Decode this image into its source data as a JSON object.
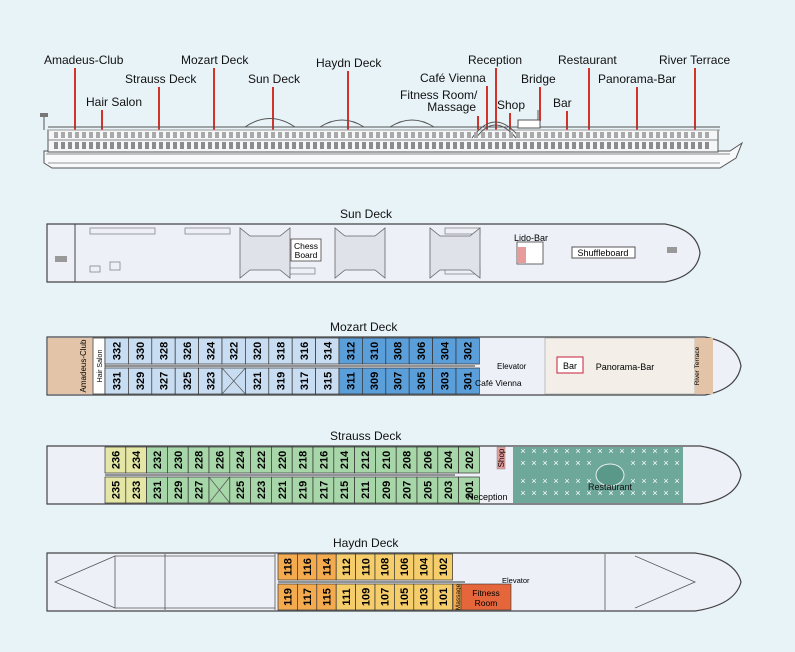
{
  "profile_labels": {
    "amadeus_club": "Amadeus-Club",
    "hair_salon": "Hair Salon",
    "strauss_deck": "Strauss Deck",
    "mozart_deck": "Mozart Deck",
    "sun_deck": "Sun Deck",
    "haydn_deck": "Haydn Deck",
    "fitness_line1": "Fitness Room/",
    "fitness_line2": "Massage",
    "cafe_vienna": "Café Vienna",
    "reception": "Reception",
    "shop": "Shop",
    "bridge": "Bridge",
    "bar": "Bar",
    "restaurant": "Restaurant",
    "panorama_bar": "Panorama-Bar",
    "river_terrace": "River Terrace"
  },
  "decks": {
    "sun": {
      "title": "Sun Deck",
      "chess_line1": "Chess",
      "chess_line2": "Board",
      "lido_bar": "Lido-Bar",
      "shuffleboard": "Shuffleboard"
    },
    "mozart": {
      "title": "Mozart Deck",
      "top_cabins": [
        "332",
        "330",
        "328",
        "326",
        "324",
        "322",
        "320",
        "318",
        "316",
        "314",
        "312",
        "310",
        "308",
        "306",
        "304",
        "302"
      ],
      "bottom_cabins": [
        "331",
        "329",
        "327",
        "325",
        "323",
        "",
        "321",
        "319",
        "317",
        "315",
        "311",
        "309",
        "307",
        "305",
        "303",
        "301"
      ],
      "amadeus_club": "Amadeus-Club",
      "hair_salon": "Hair Salon",
      "elevator": "Elevator",
      "cafe_vienna": "Café Vienna",
      "bar": "Bar",
      "panorama_bar": "Panorama-Bar",
      "river_terrace": "River Terrace"
    },
    "strauss": {
      "title": "Strauss Deck",
      "top_cabins": [
        "236",
        "234",
        "232",
        "230",
        "228",
        "226",
        "224",
        "222",
        "220",
        "218",
        "216",
        "214",
        "212",
        "210",
        "208",
        "206",
        "204",
        "202"
      ],
      "bottom_cabins": [
        "235",
        "233",
        "231",
        "229",
        "227",
        "",
        "225",
        "223",
        "221",
        "219",
        "217",
        "215",
        "211",
        "209",
        "207",
        "205",
        "203",
        "201"
      ],
      "shop": "Shop",
      "reception": "Reception",
      "restaurant": "Restaurant"
    },
    "haydn": {
      "title": "Haydn Deck",
      "top_cabins": [
        "118",
        "116",
        "114",
        "112",
        "110",
        "108",
        "106",
        "104",
        "102"
      ],
      "bottom_cabins": [
        "119",
        "117",
        "115",
        "111",
        "109",
        "107",
        "105",
        "103",
        "101"
      ],
      "elevator": "Elevator",
      "massage": "Massage",
      "fitness_line1": "Fitness",
      "fitness_line2": "Room"
    }
  },
  "colors": {
    "background": "#e8f3f8",
    "leader": "#d4332c",
    "mozart_light": "#c9ddf2",
    "mozart_blue": "#5b9fda",
    "strauss_yellow": "#e4e6a6",
    "strauss_green": "#a7d6a8",
    "haydn_orange": "#f4aa4e",
    "haydn_yellow": "#f5cd6b",
    "fitness": "#e4663a",
    "club_tan": "#e4c4a8",
    "restaurant_teal": "#6ea89a",
    "deck_fill": "#eef0f8"
  }
}
